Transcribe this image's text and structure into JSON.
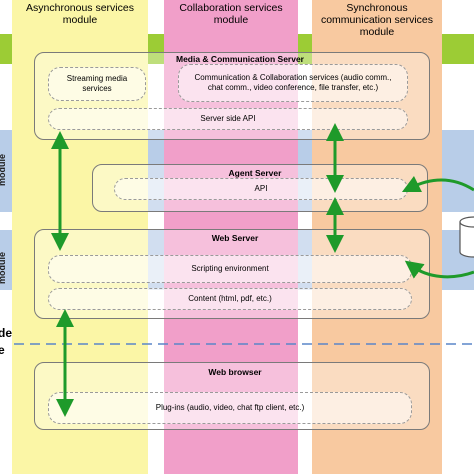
{
  "colors": {
    "yellow_column": "#fbf6a6",
    "pink_column": "#f19fc9",
    "orange_column": "#f8c9a0",
    "green_band": "#9ccc35",
    "blue_band": "#b8cde8",
    "arrow_green": "#1e9a2a",
    "dashed_line": "#5a86c8"
  },
  "columns": {
    "async": "Asynchronous services module",
    "collab": "Collaboration services module",
    "sync": "Synchronous communication services module"
  },
  "left_labels": {
    "module_upper": "module",
    "module_lower": "module",
    "side_cut": "de",
    "side_cut2": "e"
  },
  "media_server": {
    "title": "Media & Communication Server",
    "streaming": "Streaming media services",
    "comm_collab": "Communication & Collaboration services (audio comm., chat comm., video conference, file transfer, etc.)",
    "server_api": "Server side API"
  },
  "agent_server": {
    "title": "Agent Server",
    "api": "API"
  },
  "web_server": {
    "title": "Web Server",
    "scripting": "Scripting environment",
    "content": "Content (html, pdf, etc.)"
  },
  "web_browser": {
    "title": "Web browser",
    "plugins": "Plug-ins (audio, video, chat ftp client, etc.)"
  }
}
